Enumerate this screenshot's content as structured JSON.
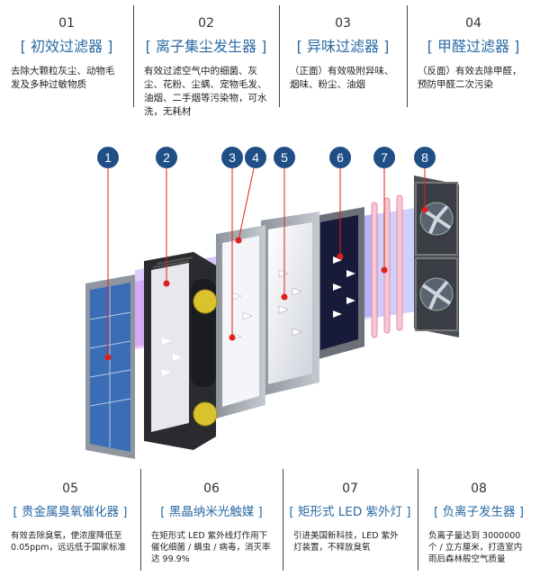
{
  "top_items": [
    {
      "num": "01",
      "title": "[ 初效过滤器 ]",
      "desc": "去除大颗粒灰尘、动物毛发及多种过敏物质"
    },
    {
      "num": "02",
      "title": "[ 离子集尘发生器 ]",
      "desc": "有效过滤空气中的细菌、灰尘、花粉、尘螨、宠物毛发、油烟、二手烟等污染物，可水洗，无耗材"
    },
    {
      "num": "03",
      "title": "[ 异味过滤器 ]",
      "desc": "（正面）有效吸附异味、烟味、粉尘、油烟"
    },
    {
      "num": "04",
      "title": "[ 甲醛过滤器 ]",
      "desc": "（反面）有效去除甲醛，预防甲醛二次污染"
    }
  ],
  "bottom_items": [
    {
      "num": "05",
      "title": "[ 贵金属臭氧催化器 ]",
      "desc": "有效去除臭氧，使浓度降低至0.05ppm，远远低于国家标准"
    },
    {
      "num": "06",
      "title": "[ 黑晶纳米光触媒 ]",
      "desc": "在矩形式 LED 紫外线灯作用下催化细菌 / 螨虫 / 病毒，消灭率达 99.9%"
    },
    {
      "num": "07",
      "title": "[ 矩形式 LED 紫外灯 ]",
      "desc": "引进美国新科技，LED 紫外灯装置，不释放臭氧"
    },
    {
      "num": "08",
      "title": "[ 负离子发生器 ]",
      "desc": "负离子量达到 3000000 个 / 立方厘米，打造室内雨后森林般空气质量"
    }
  ],
  "markers": [
    "1",
    "2",
    "3",
    "4",
    "5",
    "6",
    "7",
    "8"
  ],
  "colors": {
    "accent": "#2b6aa3",
    "marker": "#1f4f86",
    "leader": "#e0201b",
    "beam": "#9966ee"
  }
}
